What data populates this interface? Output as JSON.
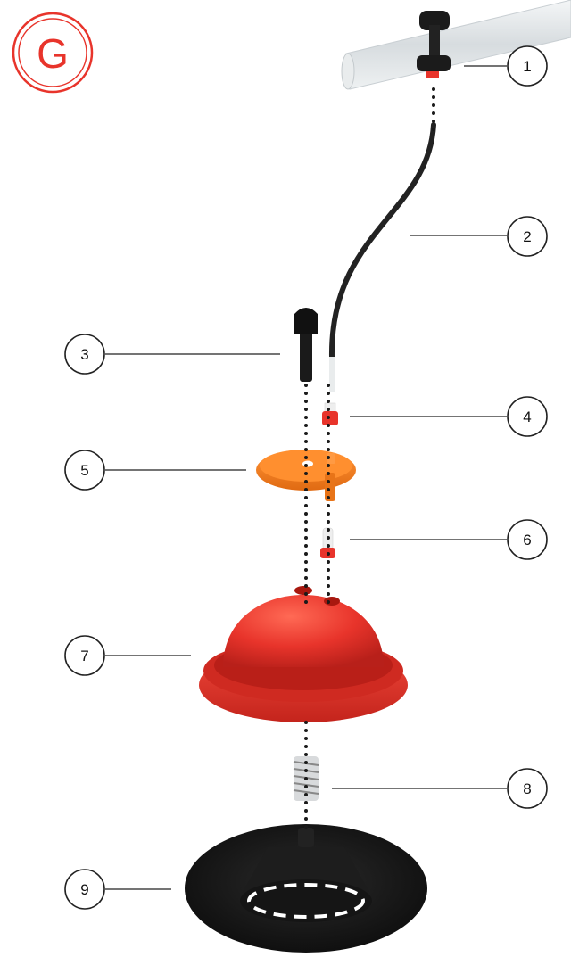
{
  "logo": {
    "letter": "G",
    "color": "#e8342b"
  },
  "colors": {
    "red": "#e8342b",
    "orange": "#f07a1e",
    "black": "#111111"
  },
  "callouts": [
    {
      "number": "1"
    },
    {
      "number": "2"
    },
    {
      "number": "3"
    },
    {
      "number": "4"
    },
    {
      "number": "5"
    },
    {
      "number": "6"
    },
    {
      "number": "7"
    },
    {
      "number": "8"
    },
    {
      "number": "9"
    }
  ]
}
